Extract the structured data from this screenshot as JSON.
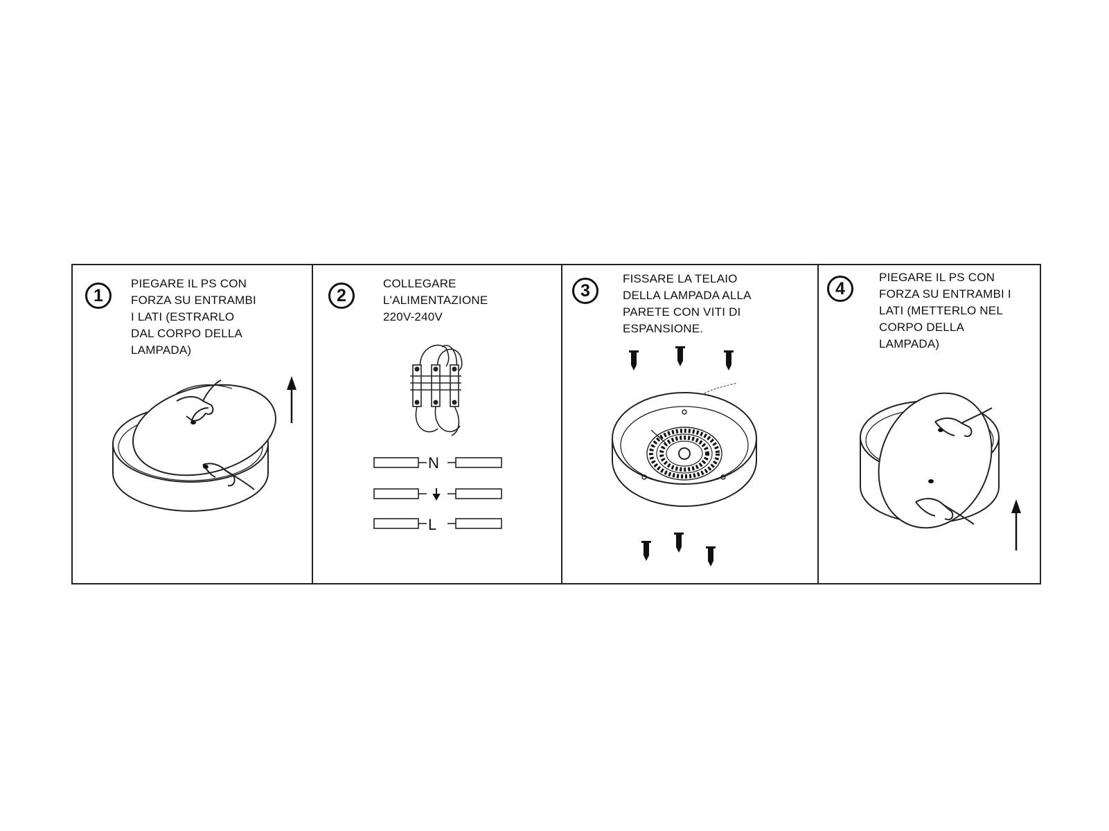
{
  "steps": [
    {
      "number": "1",
      "lines": [
        "PIEGARE IL PS CON",
        "FORZA SU ENTRAMBI",
        "I LATI (ESTRARLO",
        "DAL CORPO DELLA",
        "LAMPADA)"
      ]
    },
    {
      "number": "2",
      "lines": [
        "COLLEGARE",
        "L'ALIMENTAZIONE",
        "220V-240V"
      ],
      "wire_labels": [
        "N",
        "L"
      ]
    },
    {
      "number": "3",
      "lines": [
        "FISSARE LA TELAIO",
        "DELLA LAMPADA ALLA",
        "PARETE CON VITI DI",
        "ESPANSIONE."
      ]
    },
    {
      "number": "4",
      "lines": [
        "PIEGARE IL PS CON",
        "FORZA SU ENTRAMBI I",
        "LATI (METTERLO NEL",
        "CORPO DELLA",
        "LAMPADA)"
      ]
    }
  ]
}
